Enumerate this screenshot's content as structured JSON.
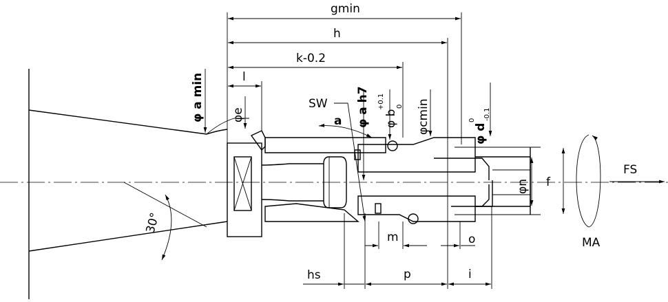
{
  "labels": {
    "gmin": "gmin",
    "h": "h",
    "k": "k-0.2",
    "l": "l",
    "e": "φe",
    "amin": "φ a min",
    "sw": "SW",
    "a": "a",
    "ah7": "φ a h7",
    "b": "φ b",
    "b_sub": "0",
    "b_sup": "+0.1",
    "cmin": "φcmin",
    "d": "φ d",
    "d_sup": "0",
    "d_sub": "-0.1",
    "n": "φn",
    "f": "f",
    "fs": "FS",
    "ma": "MA",
    "angle": "30°",
    "m": "m",
    "o": "o",
    "hs": "hs",
    "p": "p",
    "i": "i"
  }
}
